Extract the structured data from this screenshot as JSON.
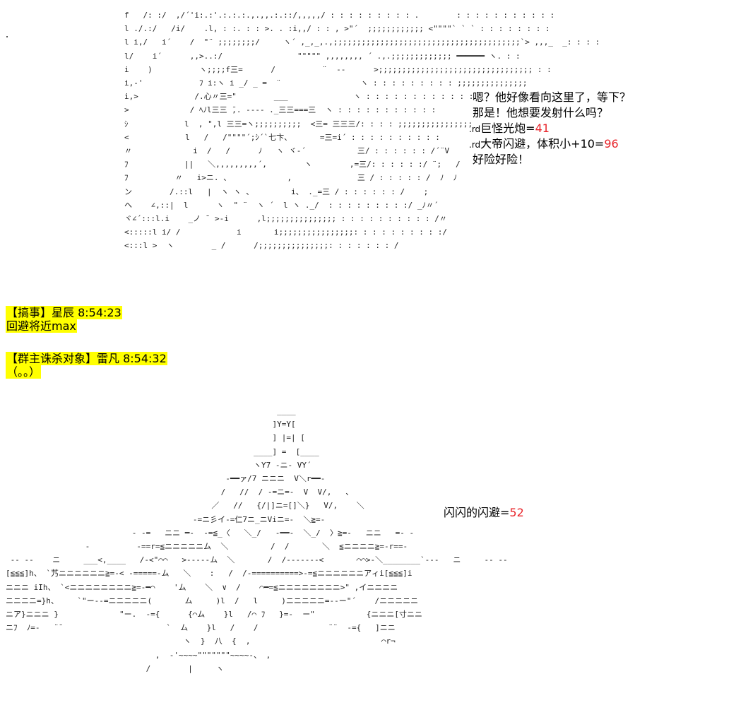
{
  "face_art": [
    "f   /: :/  ,/´'i:.:'.:.:.:.,.,,.:.::/,,,,,/ : : : : : : : : : .        : : : : : : : : : : :",
    "l ./.:/   /i/    .l, : :. : : >. . :i,,/ : : , >\"´  ;;;;;;;;;;;; <\"\"\"\"` ` ` : : : : : : : :",
    "l i,/   i´    /  \"¨ ;;;;;;;;/     ヽ´ ,_,_,.,;;;;;;;;;;;;;;;;;;;;;;;;;;;;;;;;;;;;;;;;`> ,,,_  _: : : :",
    "l/    i´      ,,>..:/                \"\"\"\"\" ,,,,,,,, ´ .,.;;;;;;;;;;;;; ━━━━━━ ヽ. : :",
    "i    )          ヽ;;;;f三=      /          ¨  --      >;;;;;;;;;;;;;;;;;;;;;;;;;;;;;;;;; : :",
    "i,-'            ﾌ i:ヽ i _/ _ =  ¨                 ヽ : : : : : : : : : ;;;;;;;;;;;;;;;",
    "i,>            /.心〃三=\"        ___              ヽ : : : : : : : : : : : :",
    ">             / ﾍﾉl三三 ̄,. ---- ._三三===三  ヽ : : : : : : : : : : :",
    "ｼ            l  , \",l 三三=ヽ;;;;;;;;;;  <三= 三三三/: : : : ;;;;;;;;;;;;;;;;",
    "<            l   /   /\"\"\"\"´;ｼ´`七卞、      =三=i´ : : : : : : : : : :",
    "〃             i  /   /      ﾉ   ヽ ヾ-´           三/ : : : : : : /´¨V",
    "ﾌ            ||   ＼,,,,,,,,,´,        ヽ        ,=三/: : : : : :/ ¨;   /",
    "ﾌ          〃   i>ニ. 、            ,              三 / : : : : : /  ﾉ  ﾉ",
    "ン        /.::l   |  ヽ ヽ 、        i、 ._=三 / : : : : : : /    ;",
    "ヘ    ∠,::|  l      ヽ  \" ¨  ヽ ´  l ヽ ._/  : : : : : : : : :/ _ﾉ〃´",
    "ヾ∠´:::l.i    _ノ ̄  >-i      ,l;;;;;;;;;;;;;;; : : : : : : : : : : /〃",
    "<:::::l i/ /            i       i;;;;;;;;;;;;;;;;: : : : : : : : : :/",
    "<:::l >  ヽ        _ /      /;;;;;;;;;;;;;;;: : : : : : : /"
  ],
  "caption_lines": {
    "line1": "嗯？他好像看向这里了，等下？",
    "line2": "那是！他想要发射什么吗？",
    "line3_prefix": ".rd",
    "line3_text": "巨怪光炮=",
    "line3_value": "41",
    "line4_prefix": ".rd",
    "line4_text": "大帝闪避，体积小+10=",
    "line4_value": "96",
    "line5": "好险好险！"
  },
  "comments": [
    {
      "header": "【搞事】星辰 8:54:23",
      "body": "回避将近max"
    },
    {
      "header": "【群主诛杀对象】雷凡 8:54:32",
      "body": "（。。）"
    }
  ],
  "bottom_art": [
    "                                                          ____",
    "                                                         ]Y=Y[",
    "                                                         ] |=| [",
    "                                                     ____] =  [____",
    "                                                     ヽY7 -ニ- VY´",
    "                                               -━━ァ/7 ニニニ  V＼r━━-",
    "                                              /   //  / -=ニ=-  V  V/,   、",
    "                                            ／   //   {/|]ニ=[]＼}   V/,    ＼",
    "                                        -=ニ彡イ-=仁7ニ_ニViニ=-  ＼≧=-",
    "                           - -=   ニニ ━-  -=≦_〈   ＼_/   -━━-  ＼_/  〉≧=-   ニニ   =- -",
    "                 -          -==r=≦ニニニニニム  ＼         /  /       ＼  ≦ニニニニ≧=-r==-",
    " -- --    ニ     ___<,____   /-<\"⌒⌒   >-----ム  ＼       /  /-------<       ⌒⌒>-＼________`---   ニ     -- --",
    "[≦≦≦]h、 `艿ニニニニニニ≧=-< -=====-ム   ＼    :   /  /-==========>-=≦ニニニニニニアィi[≦≦≦]i",
    "ニニニ iIh、 `<ニニニニニニニニ≧=-━⌒    'ム    ＼  ∨  /    ⌒━=≦ニニニニニニニニ>\" ,イニニニニ",
    "ニニニニ=}h、    `\"ー--=ニニニニニ(       ム     )l  /   l     )ニニニニニ=--ー\"´    /ニニニニニ",
    "ニア}ニニニ }             \"ー.  -={      {⌒ム    }l   /⌒ ﾌ   }=-  ー\"           {ニニニ[寸ニニ",
    "ニﾌ  ﾉ=-   ¨¨                      `  ム    }l   /    /               ¨¨  -={   ]ニニ",
    "                                      ヽ  }  八  {  ,                            ⌒r¬",
    "                                ,  -'~~~~\"\"\"\"\"\"\"~~~~-、 ,",
    "                              /        |     ヽ"
  ],
  "battle_note": {
    "text": "闪闪的闪避=",
    "value": "52"
  },
  "colors": {
    "highlight": "#ffff00",
    "roll_value": "#e8242a",
    "art": "#222222"
  }
}
